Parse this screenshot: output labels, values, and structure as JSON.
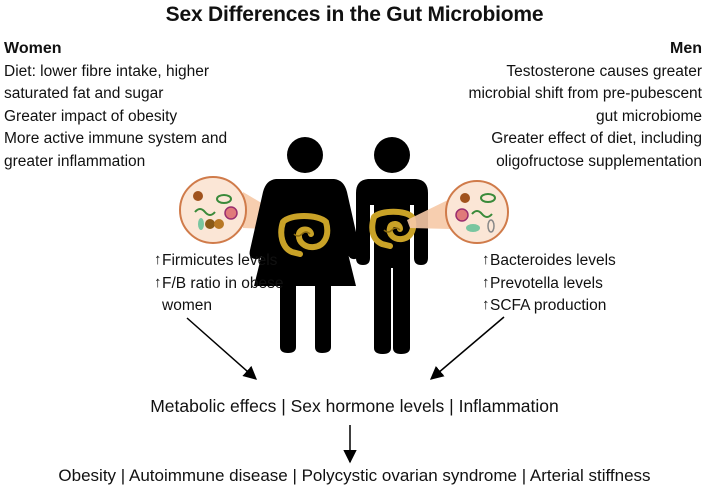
{
  "title": "Sex Differences in the Gut Microbiome",
  "women": {
    "heading": "Women",
    "lines": [
      "Diet: lower fibre intake, higher",
      "saturated fat and sugar",
      "Greater impact of obesity",
      "More active immune system and",
      "greater inflammation"
    ],
    "bullets": [
      "Firmicutes levels",
      "F/B ratio in obese",
      "women"
    ]
  },
  "men": {
    "heading": "Men",
    "lines": [
      "Testosterone causes greater",
      "microbial shift from pre-pubescent",
      "gut microbiome",
      "Greater effect of diet, including",
      "oligofructose supplementation"
    ],
    "bullets": [
      "Bacteroides levels",
      "Prevotella levels",
      "SCFA production"
    ]
  },
  "arrow_glyph": "↑",
  "effects_line": "Metabolic effecs | Sex hormone levels | Inflammation",
  "outcomes_line": "Obesity | Autoimmune disease | Polycystic ovarian syndrome | Arterial stiffness",
  "colors": {
    "silhouette": "#000000",
    "intestine": "#c9a227",
    "intestine_dark": "#8a6a10",
    "magnifier_fill": "#fbe6d6",
    "magnifier_stroke": "#d07b4a",
    "beam": "#f6c9a6"
  }
}
